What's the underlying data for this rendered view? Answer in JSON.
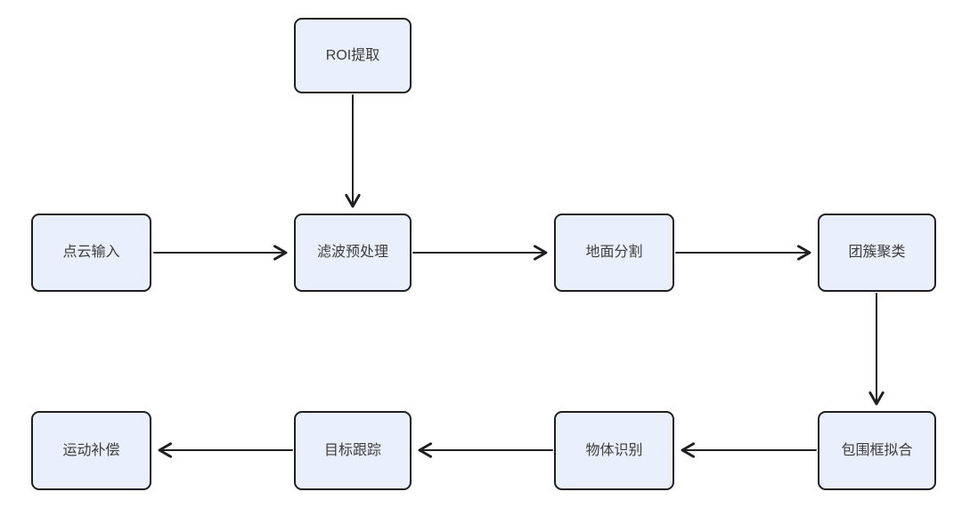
{
  "diagram": {
    "type": "flowchart",
    "nodes": [
      {
        "id": "roi",
        "label": "ROI提取"
      },
      {
        "id": "input",
        "label": "点云输入"
      },
      {
        "id": "filter",
        "label": "滤波预处理"
      },
      {
        "id": "ground",
        "label": "地面分割"
      },
      {
        "id": "cluster",
        "label": "团簇聚类"
      },
      {
        "id": "bbox",
        "label": "包围框拟合"
      },
      {
        "id": "recog",
        "label": "物体识别"
      },
      {
        "id": "track",
        "label": "目标跟踪"
      },
      {
        "id": "motion",
        "label": "运动补偿"
      }
    ],
    "edges": [
      {
        "from": "roi",
        "to": "filter"
      },
      {
        "from": "input",
        "to": "filter"
      },
      {
        "from": "filter",
        "to": "ground"
      },
      {
        "from": "ground",
        "to": "cluster"
      },
      {
        "from": "cluster",
        "to": "bbox"
      },
      {
        "from": "bbox",
        "to": "recog"
      },
      {
        "from": "recog",
        "to": "track"
      },
      {
        "from": "track",
        "to": "motion"
      }
    ],
    "colors": {
      "node_fill": "#eaf0fb",
      "node_border": "#1f1f1f",
      "node_text": "#3d3d3d",
      "arrow": "#1f1f1f",
      "background": "#ffffff"
    }
  }
}
